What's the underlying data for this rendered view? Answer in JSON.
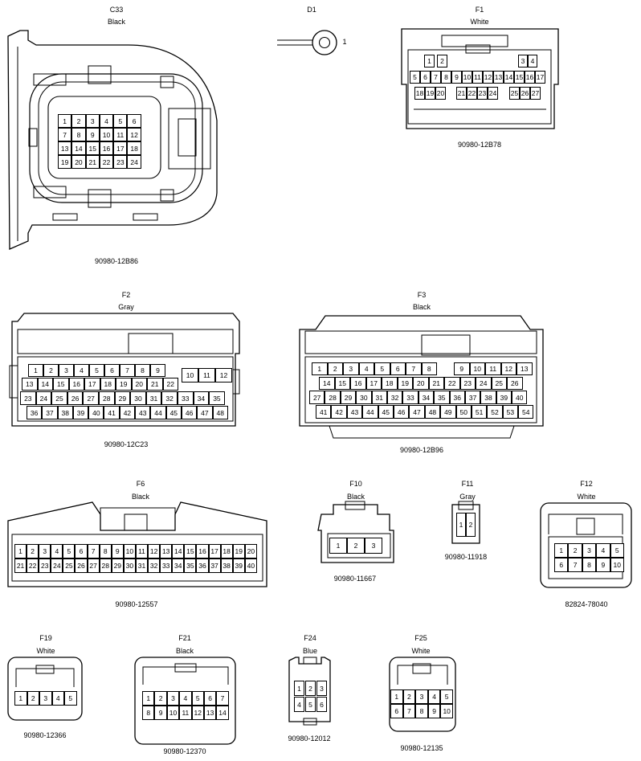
{
  "connectors": {
    "c33": {
      "id": "C33",
      "color": "Black",
      "part": "90980-12B86",
      "pins": [
        "1",
        "2",
        "3",
        "4",
        "5",
        "6",
        "7",
        "8",
        "9",
        "10",
        "11",
        "12",
        "13",
        "14",
        "15",
        "16",
        "17",
        "18",
        "19",
        "20",
        "21",
        "22",
        "23",
        "24"
      ]
    },
    "d1": {
      "id": "D1",
      "pin_label": "1"
    },
    "f1": {
      "id": "F1",
      "color": "White",
      "part": "90980-12B78",
      "pins": [
        "",
        "1",
        "2",
        "",
        "",
        "",
        "",
        "",
        "3",
        "4",
        "",
        "5",
        "6",
        "7",
        "8",
        "9",
        "10",
        "11",
        "12",
        "13",
        "14",
        "15",
        "16",
        "17",
        "18",
        "19",
        "20",
        "",
        "21",
        "22",
        "23",
        "24",
        "",
        "25",
        "26",
        "27"
      ]
    },
    "f2": {
      "id": "F2",
      "color": "Gray",
      "part": "90980-12C23",
      "row1": [
        "1",
        "2",
        "3",
        "4",
        "5",
        "6",
        "7",
        "8",
        "9"
      ],
      "row1b": [
        "10",
        "11",
        "12"
      ],
      "row2": [
        "13",
        "14",
        "15",
        "16",
        "17",
        "18",
        "19",
        "20",
        "21",
        "22"
      ],
      "row3": [
        "23",
        "24",
        "25",
        "26",
        "27",
        "28",
        "29",
        "30",
        "31",
        "32",
        "33",
        "34",
        "35"
      ],
      "row4": [
        "36",
        "37",
        "38",
        "39",
        "40",
        "41",
        "42",
        "43",
        "44",
        "45",
        "46",
        "47",
        "48"
      ]
    },
    "f3": {
      "id": "F3",
      "color": "Black",
      "part": "90980-12B96",
      "row1": [
        "1",
        "2",
        "3",
        "4",
        "5",
        "6",
        "7",
        "8"
      ],
      "row1b": [
        "9",
        "10",
        "11",
        "12",
        "13"
      ],
      "row2": [
        "14",
        "15",
        "16",
        "17",
        "18",
        "19",
        "20",
        "21",
        "22",
        "23",
        "24",
        "25",
        "26"
      ],
      "row3": [
        "27",
        "28",
        "29",
        "30",
        "31",
        "32",
        "33",
        "34",
        "35",
        "36",
        "37",
        "38",
        "39",
        "40"
      ],
      "row4": [
        "41",
        "42",
        "43",
        "44",
        "45",
        "46",
        "47",
        "48",
        "49",
        "50",
        "51",
        "52",
        "53",
        "54"
      ]
    },
    "f6": {
      "id": "F6",
      "color": "Black",
      "part": "90980-12557",
      "pins": [
        "1",
        "2",
        "3",
        "4",
        "5",
        "6",
        "7",
        "8",
        "9",
        "10",
        "11",
        "12",
        "13",
        "14",
        "15",
        "16",
        "17",
        "18",
        "19",
        "20",
        "21",
        "22",
        "23",
        "24",
        "25",
        "26",
        "27",
        "28",
        "29",
        "30",
        "31",
        "32",
        "33",
        "34",
        "35",
        "36",
        "37",
        "38",
        "39",
        "40"
      ]
    },
    "f10": {
      "id": "F10",
      "color": "Black",
      "part": "90980-11667",
      "pins": [
        "1",
        "2",
        "3"
      ]
    },
    "f11": {
      "id": "F11",
      "color": "Gray",
      "part": "90980-11918",
      "pins": [
        "1",
        "2"
      ]
    },
    "f12": {
      "id": "F12",
      "color": "White",
      "part": "82824-78040",
      "pins": [
        "1",
        "2",
        "3",
        "4",
        "5",
        "6",
        "7",
        "8",
        "9",
        "10"
      ]
    },
    "f19": {
      "id": "F19",
      "color": "White",
      "part": "90980-12366",
      "pins": [
        "1",
        "2",
        "3",
        "4",
        "5"
      ]
    },
    "f21": {
      "id": "F21",
      "color": "Black",
      "part": "90980-12370",
      "pins": [
        "1",
        "2",
        "3",
        "4",
        "5",
        "6",
        "7",
        "8",
        "9",
        "10",
        "11",
        "12",
        "13",
        "14"
      ]
    },
    "f24": {
      "id": "F24",
      "color": "Blue",
      "part": "90980-12012",
      "pins": [
        "1",
        "2",
        "3",
        "4",
        "5",
        "6"
      ]
    },
    "f25": {
      "id": "F25",
      "color": "White",
      "part": "90980-12135",
      "pins": [
        "1",
        "2",
        "3",
        "4",
        "5",
        "6",
        "7",
        "8",
        "9",
        "10"
      ]
    }
  }
}
